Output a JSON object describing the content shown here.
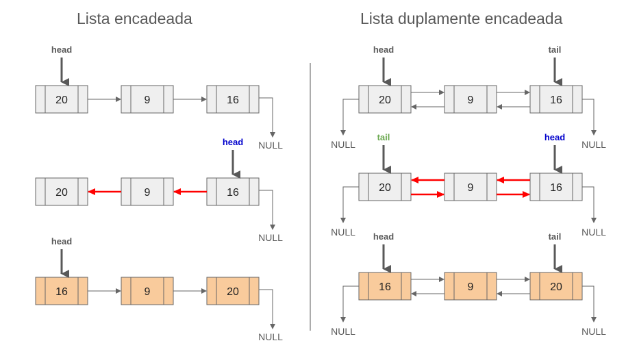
{
  "titles": {
    "singly": "Lista encadeada",
    "doubly": "Lista duplamente encadeada"
  },
  "colors": {
    "node_fill_default": "#efefef",
    "node_fill_reversed": "#f9cb9c",
    "node_stroke": "#666666",
    "link": "#666666",
    "reversed_link": "#ff0000",
    "pointer_label": "#595959",
    "new_head_label": "#0000cc",
    "new_tail_label": "#6aa84f",
    "null_label": "#595959",
    "divider": "#595959"
  },
  "null_text": "NULL",
  "singly": [
    {
      "nodes": [
        "20",
        "9",
        "16"
      ],
      "fill": "default",
      "links": "forward",
      "pointers": [
        {
          "label": "head",
          "node": 0,
          "color": "pointer_label"
        }
      ],
      "null_from": 2
    },
    {
      "nodes": [
        "20",
        "9",
        "16"
      ],
      "fill": "default",
      "links": "reversing",
      "pointers": [
        {
          "label": "head",
          "node": 2,
          "color": "new_head_label"
        }
      ],
      "null_from": 2
    },
    {
      "nodes": [
        "16",
        "9",
        "20"
      ],
      "fill": "reversed",
      "links": "forward",
      "pointers": [
        {
          "label": "head",
          "node": 0,
          "color": "pointer_label"
        }
      ],
      "null_from": 2
    }
  ],
  "doubly": [
    {
      "nodes": [
        "20",
        "9",
        "16"
      ],
      "fill": "default",
      "links": "both",
      "pointers": [
        {
          "label": "head",
          "node": 0,
          "color": "pointer_label"
        },
        {
          "label": "tail",
          "node": 2,
          "color": "pointer_label"
        }
      ]
    },
    {
      "nodes": [
        "20",
        "9",
        "16"
      ],
      "fill": "default",
      "links": "both-red",
      "pointers": [
        {
          "label": "tail",
          "node": 0,
          "color": "new_tail_label"
        },
        {
          "label": "head",
          "node": 2,
          "color": "new_head_label"
        }
      ]
    },
    {
      "nodes": [
        "16",
        "9",
        "20"
      ],
      "fill": "reversed",
      "links": "both",
      "pointers": [
        {
          "label": "head",
          "node": 0,
          "color": "pointer_label"
        },
        {
          "label": "tail",
          "node": 2,
          "color": "pointer_label"
        }
      ]
    }
  ]
}
